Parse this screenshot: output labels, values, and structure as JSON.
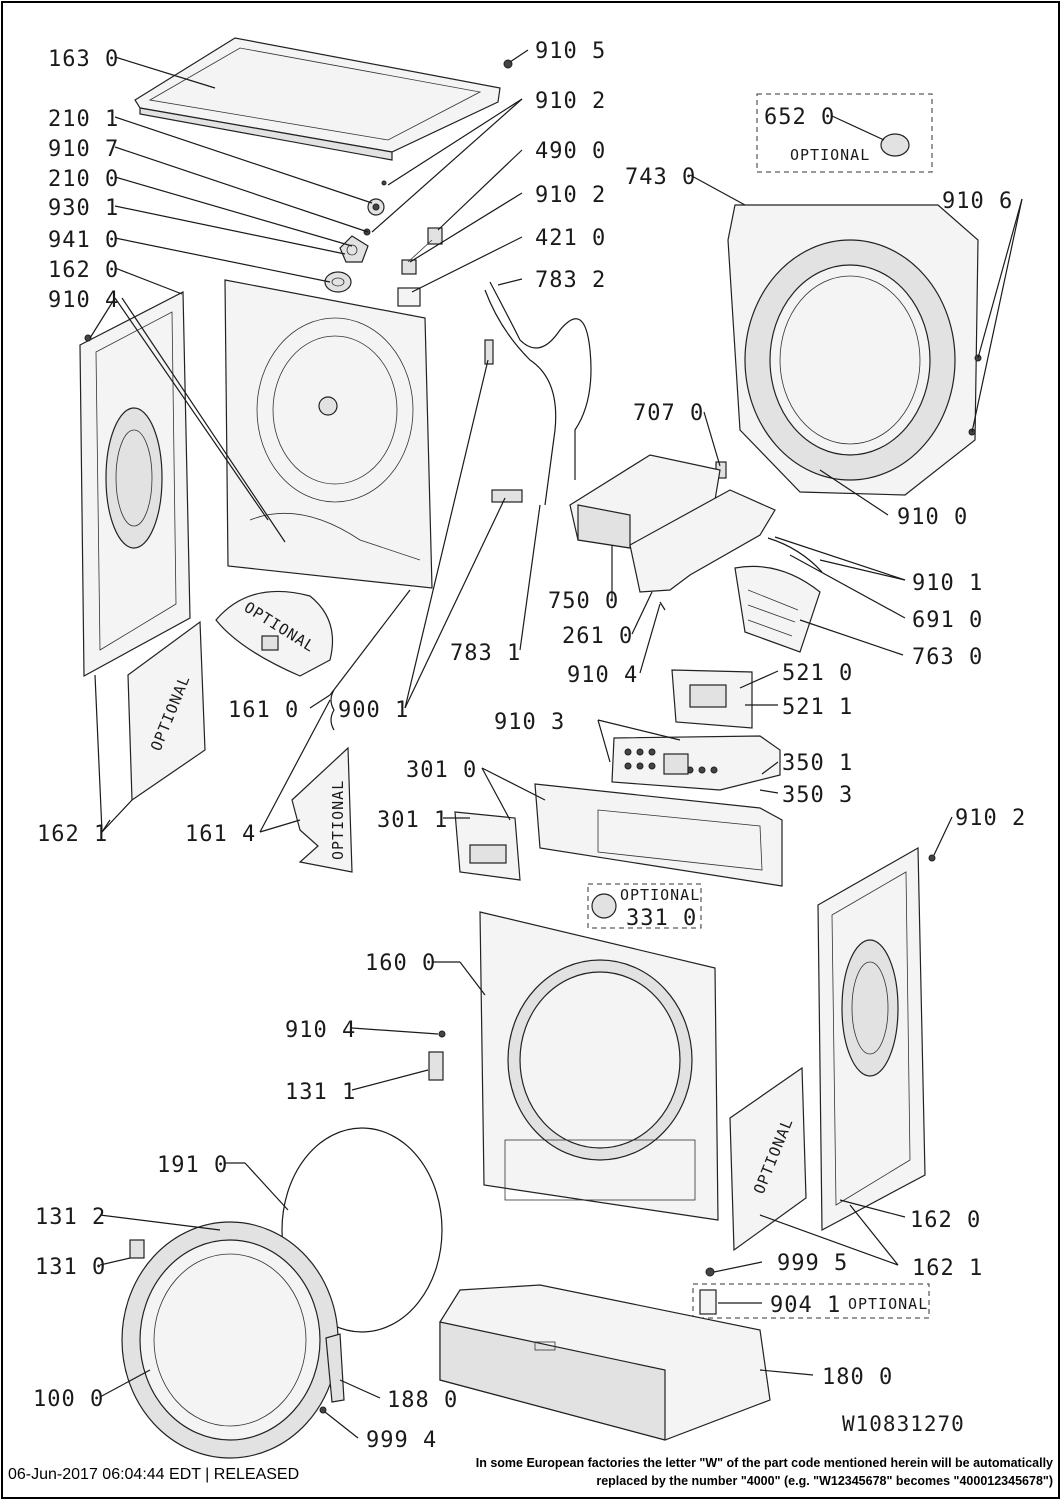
{
  "labels": {
    "l1630": "163 0",
    "l9105": "910 5",
    "l2101": "210 1",
    "l9102a": "910 2",
    "l9107": "910 7",
    "l4900": "490 0",
    "l2100": "210 0",
    "l9102b": "910 2",
    "l9301": "930 1",
    "l4210": "421 0",
    "l9410": "941 0",
    "l7832": "783 2",
    "l1620a": "162 0",
    "l9104a": "910 4",
    "l6520": "652 0",
    "l7430": "743 0",
    "l9106": "910 6",
    "l7070": "707 0",
    "l9100": "910 0",
    "l9101": "910 1",
    "l7500": "750 0",
    "l6910": "691 0",
    "l2610": "261 0",
    "l7630": "763 0",
    "l7831": "783 1",
    "l9104b": "910 4",
    "l5210": "521 0",
    "l1610": "161 0",
    "l9001": "900 1",
    "l5211": "521 1",
    "l9103": "910 3",
    "l3010": "301 0",
    "l3501": "350 1",
    "l3503": "350 3",
    "l3011": "301 1",
    "l1621a": "162 1",
    "l1614": "161 4",
    "l9102c": "910 2",
    "l3310": "331 0",
    "l1600": "160 0",
    "l9104c": "910 4",
    "l1311": "131 1",
    "l1910": "191 0",
    "l1312": "131 2",
    "l1620b": "162 0",
    "l1310": "131 0",
    "l9995": "999 5",
    "l1621b": "162 1",
    "l9041": "904 1",
    "l1800": "180 0",
    "l1000": "100 0",
    "l1880": "188 0",
    "l9994": "999 4"
  },
  "optional": {
    "o652": "OPTIONAL",
    "o161": "OPTIONAL",
    "o162": "OPTIONAL",
    "o1614": "OPTIONAL",
    "o331": "OPTIONAL",
    "o1621": "OPTIONAL",
    "o904": "OPTIONAL"
  },
  "drawing_code": "W10831270",
  "footer": {
    "date": "06-Jun-2017 06:04:44 EDT | RELEASED",
    "note_line1": "In some European factories the letter \"W\" of the part code mentioned herein will be automatically",
    "note_line2": "replaced by the number \"4000\" (e.g. \"W12345678\" becomes \"400012345678\")"
  }
}
